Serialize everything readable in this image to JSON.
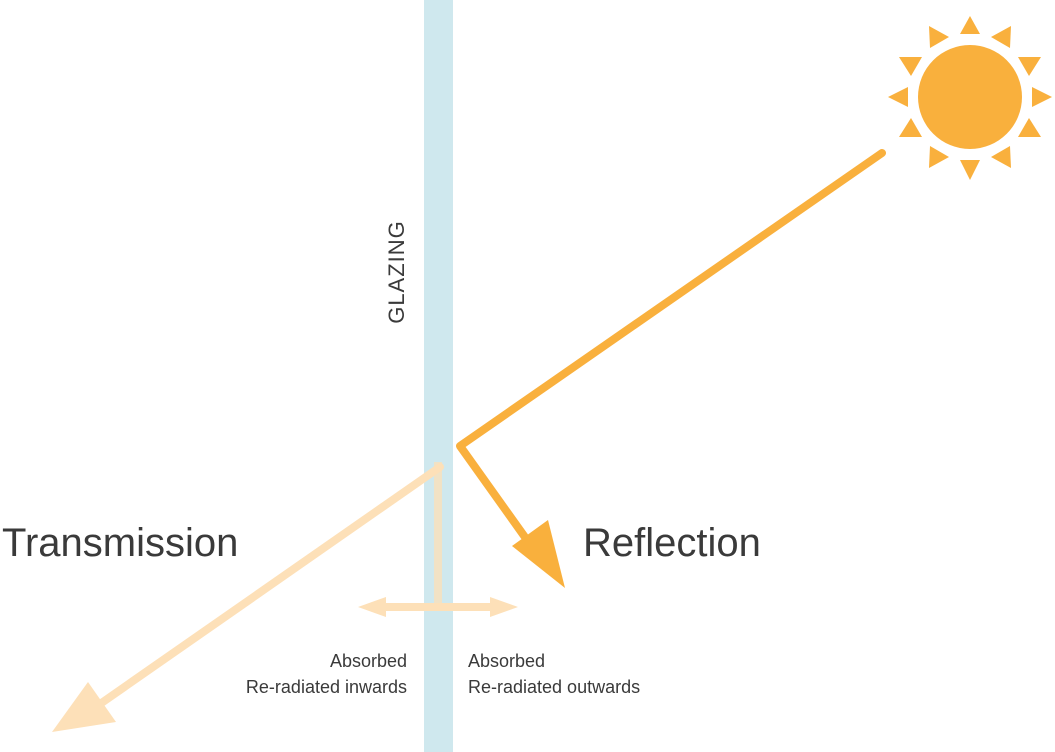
{
  "labels": {
    "glazing": "GLAZING",
    "transmission": "Transmission",
    "reflection": "Reflection",
    "absorbed_inwards_line1": "Absorbed",
    "absorbed_inwards_line2": "Re-radiated inwards",
    "absorbed_outwards_line1": "Absorbed",
    "absorbed_outwards_line2": "Re-radiated outwards"
  },
  "colors": {
    "glazing": "#cfe8ee",
    "sun": "#f9b03d",
    "incident_ray": "#f9b03d",
    "reflected_ray": "#f9b03d",
    "transmitted_ray": "#fde0b8",
    "absorbed_arrows": "#fde0b8",
    "text": "#3a3a3a"
  },
  "icons": {
    "sun": "sun-icon"
  }
}
